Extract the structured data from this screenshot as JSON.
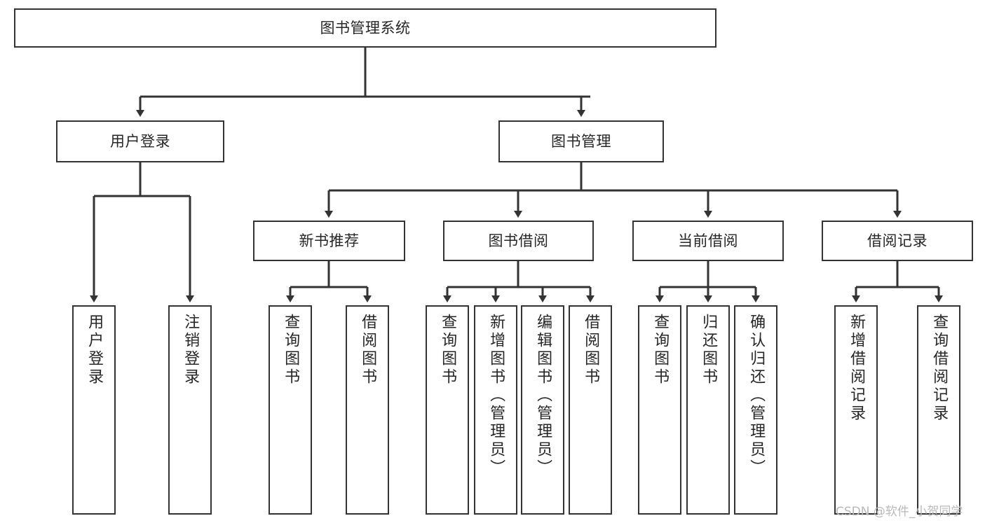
{
  "diagram": {
    "type": "tree-hierarchy-chart",
    "title": "图书管理系统",
    "root": {
      "id": "root",
      "label": "图书管理系统"
    },
    "level2": [
      {
        "id": "user-login",
        "label": "用户登录"
      },
      {
        "id": "book-management",
        "label": "图书管理"
      }
    ],
    "level3": [
      {
        "id": "new-book-recommend",
        "label": "新书推荐",
        "parent": "book-management"
      },
      {
        "id": "book-borrow",
        "label": "图书借阅",
        "parent": "book-management"
      },
      {
        "id": "current-borrow",
        "label": "当前借阅",
        "parent": "book-management"
      },
      {
        "id": "borrow-record",
        "label": "借阅记录",
        "parent": "book-management"
      }
    ],
    "leaves": {
      "user-login": [
        {
          "id": "leaf-user-login",
          "label": "用户登录"
        },
        {
          "id": "leaf-user-logout",
          "label": "注销登录"
        }
      ],
      "new-book-recommend": [
        {
          "id": "leaf-query-book-1",
          "label": "查询图书"
        },
        {
          "id": "leaf-borrow-book-1",
          "label": "借阅图书"
        }
      ],
      "book-borrow": [
        {
          "id": "leaf-query-book-2",
          "label": "查询图书"
        },
        {
          "id": "leaf-add-book",
          "label": "新增图书（管理员）"
        },
        {
          "id": "leaf-edit-book",
          "label": "编辑图书（管理员）"
        },
        {
          "id": "leaf-borrow-book-2",
          "label": "借阅图书"
        }
      ],
      "current-borrow": [
        {
          "id": "leaf-query-book-3",
          "label": "查询图书"
        },
        {
          "id": "leaf-return-book",
          "label": "归还图书"
        },
        {
          "id": "leaf-confirm-return",
          "label": "确认归还（管理员）"
        }
      ],
      "borrow-record": [
        {
          "id": "leaf-add-record",
          "label": "新增借阅记录"
        },
        {
          "id": "leaf-query-record",
          "label": "查询借阅记录"
        }
      ]
    },
    "colors": {
      "stroke": "#333333",
      "fill": "#ffffff",
      "text": "#262626",
      "watermark": "#b9b9b9"
    }
  },
  "watermark": {
    "text": "CSDN @软件_小贺同学"
  }
}
